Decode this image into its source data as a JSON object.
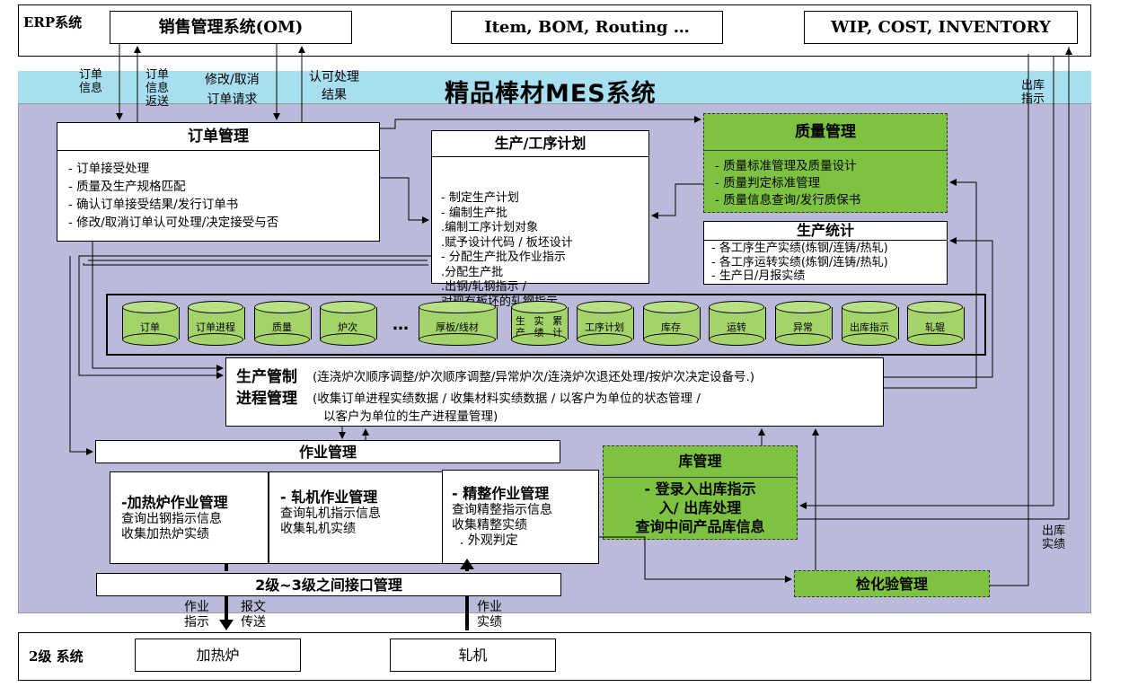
{
  "erp": {
    "label": "ERP系统",
    "om": "销售管理系统(OM)",
    "item": "Item, BOM, Routing …",
    "wip": "WIP, COST, INVENTORY"
  },
  "mes_title": "精品棒材MES系统",
  "flow_labels": {
    "order_info": [
      "订单",
      "信息"
    ],
    "order_info_return": [
      "订单",
      "信息",
      "返送"
    ],
    "modify_cancel": [
      "修改/取消",
      "订单请求"
    ],
    "approve_result": [
      "认可处理",
      "结果"
    ],
    "outbound_instr": [
      "出库",
      "指示"
    ],
    "outbound_result": [
      "出库",
      "实绩"
    ],
    "work_instr": [
      "作业",
      "指示"
    ],
    "report_send": [
      "报文",
      "传送"
    ],
    "work_result": [
      "作业",
      "实绩"
    ]
  },
  "order_mgmt": {
    "title": "订单管理",
    "items": [
      "- 订单接受处理",
      "- 质量及生产规格匹配",
      "- 确认订单接受结果/发行订单书",
      "- 修改/取消订单认可处理/决定接受与否"
    ]
  },
  "prod_plan": {
    "title": "生产/工序计划",
    "items": [
      "- 制定生产计划",
      "- 编制生产批",
      "  .编制工序计划对象",
      "  .赋予设计代码 / 板坯设计",
      "- 分配生产批及作业指示",
      "  .分配生产批",
      "  .出钢/轧钢指示 /",
      "   对现有板坯的轧钢指示"
    ]
  },
  "quality": {
    "title": "质量管理",
    "items": [
      "- 质量标准管理及质量设计",
      "- 质量判定标准管理",
      "- 质量信息查询/发行质保书"
    ]
  },
  "stats": {
    "title": "生产统计",
    "items": [
      "- 各工序生产实绩(炼钢/连铸/热轧)",
      "- 各工序运转实绩(炼钢/连铸/热轧)",
      "- 生产日/月报实绩"
    ]
  },
  "databases": [
    "订单",
    "订单\n进程",
    "质量",
    "炉次",
    "厚板/线材",
    "生产\n实绩\n累计",
    "工序\n计划",
    "库存",
    "运转",
    "异常",
    "出库\n指示",
    "轧辊"
  ],
  "ellipsis": "…",
  "control": {
    "title1": "生产管制",
    "desc1": "(连浇炉次顺序调整/炉次顺序调整/异常炉次/连浇炉次退还处理/按炉次决定设备号.)",
    "title2": "进程管理",
    "desc2": "(收集订单进程实绩数据 /  收集材料实绩数据 / 以客户为单位的状态管理 /",
    "desc3": "以客户为单位的生产进程量管理)"
  },
  "work_mgmt": "作业管理",
  "furnace": {
    "title": "-加热炉作业管理",
    "lines": [
      "查询出钢指示信息",
      "收集加热炉实绩"
    ]
  },
  "mill": {
    "title": "- 轧机作业管理",
    "lines": [
      "查询轧机指示信息",
      "收集轧机实绩"
    ]
  },
  "finish": {
    "title": "- 精整作业管理",
    "lines": [
      "查询精整指示信息",
      "收集精整实绩",
      "  . 外观判定"
    ]
  },
  "warehouse": {
    "title": "库管理",
    "lines": [
      "- 登录入出库指示",
      "入/ 出库处理",
      "查询中间产品库信息"
    ]
  },
  "inspection": "检化验管理",
  "interface": "2级~3级之间接口管理",
  "level2": {
    "label": "2级 系统",
    "furnace": "加热炉",
    "mill": "轧机"
  },
  "colors": {
    "mes_panel": "#bcbadb",
    "title_band": "#a8dff0",
    "green": "#7ec242",
    "db": "#a3d36a"
  }
}
